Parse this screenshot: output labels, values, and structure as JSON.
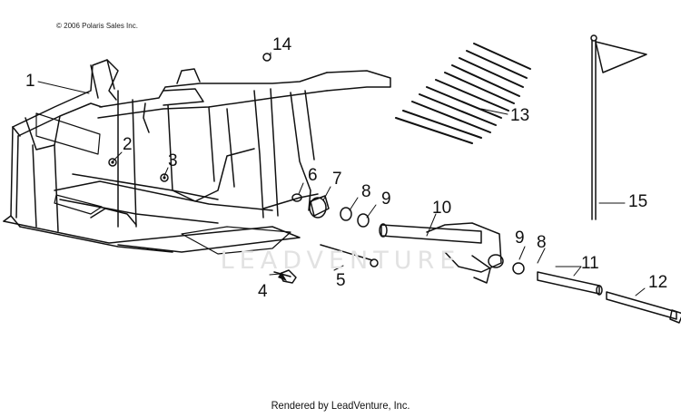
{
  "copyright": "© 2006 Polaris Sales Inc.",
  "footer": "Rendered by LeadVenture, Inc.",
  "watermark": "LEADVENTURE",
  "callouts": [
    "1",
    "2",
    "3",
    "4",
    "5",
    "6",
    "7",
    "8",
    "9",
    "10",
    "11",
    "12",
    "13",
    "14",
    "15",
    "9",
    "8"
  ]
}
